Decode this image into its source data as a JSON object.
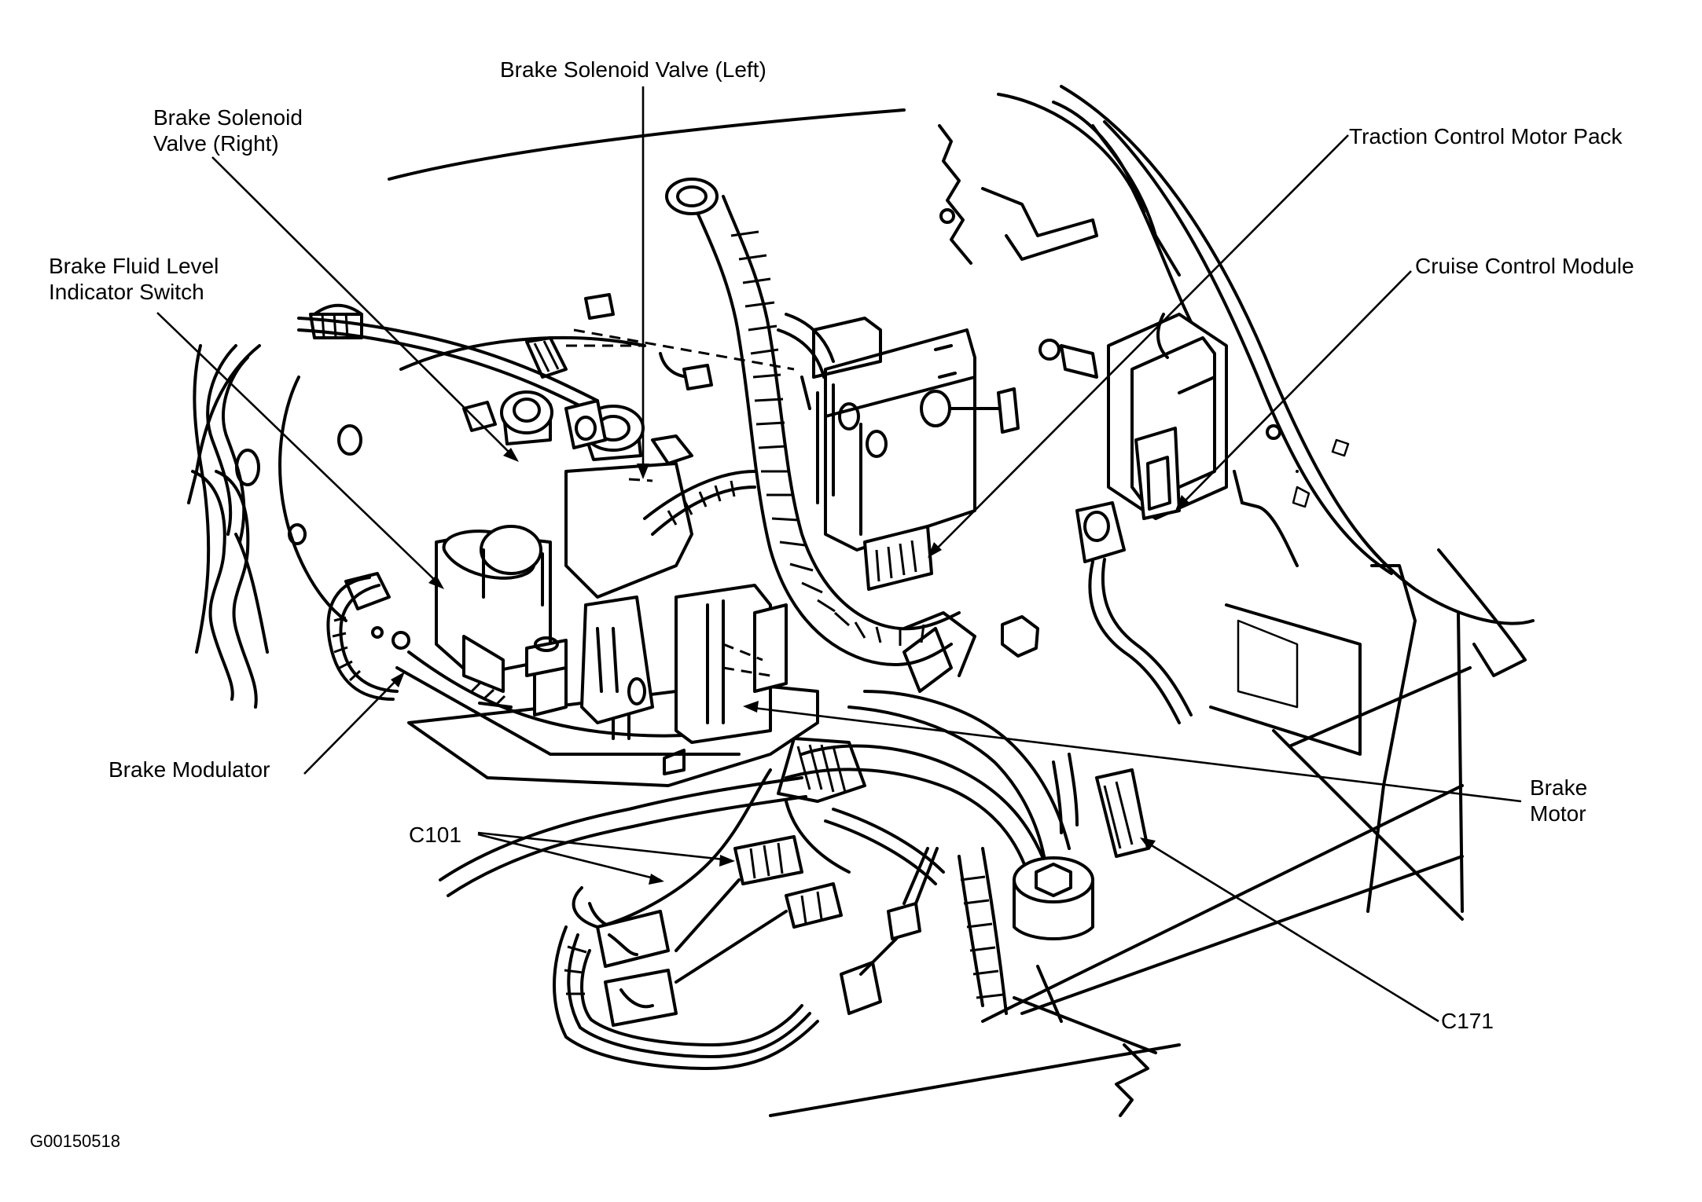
{
  "diagram": {
    "title": "Brake / Traction Control Component Locator",
    "figure_id": "G00150518",
    "labels": {
      "brake_solenoid_valve_left": "Brake Solenoid Valve (Left)",
      "brake_solenoid_valve_right": "Brake Solenoid\nValve (Right)",
      "brake_fluid_level_switch": "Brake Fluid Level\nIndicator Switch",
      "traction_control_motor_pack": "Traction Control Motor Pack",
      "cruise_control_module": "Cruise Control Module",
      "brake_modulator": "Brake Modulator",
      "brake_motor": "Brake\nMotor",
      "c101": "C101",
      "c171": "C171"
    },
    "colors": {
      "line": "#000000",
      "background": "#ffffff"
    }
  }
}
